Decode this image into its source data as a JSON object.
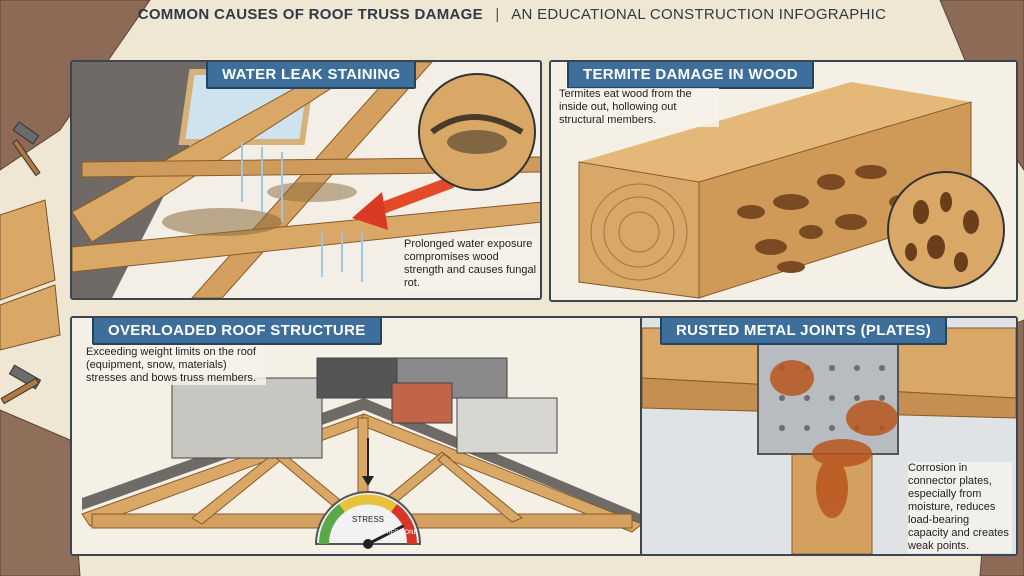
{
  "header": {
    "title": "COMMON CAUSES OF ROOF TRUSS DAMAGE",
    "separator": "|",
    "subtitle": "AN EDUCATIONAL CONSTRUCTION INFOGRAPHIC"
  },
  "panels": {
    "water": {
      "heading": "WATER LEAK STAINING",
      "caption": "Prolonged water exposure compromises wood strength and causes fungal rot."
    },
    "termite": {
      "heading": "TERMITE DAMAGE IN WOOD",
      "caption": "Termites eat wood from the inside out, hollowing out structural members."
    },
    "overload": {
      "heading": "OVERLOADED ROOF STRUCTURE",
      "caption": "Exceeding weight limits on the roof (equipment, snow, materials) stresses and bows truss members.",
      "gauge_label": "STRESS",
      "gauge_zone": "RED ZONE",
      "gauge_level": 0.85
    },
    "rust": {
      "heading": "RUSTED METAL JOINTS (PLATES)",
      "caption": "Corrosion in connector plates, especially from moisture, reduces load-bearing capacity and creates weak points."
    }
  },
  "colors": {
    "banner": "#3d6f9a",
    "panel_border": "#3b4650",
    "wood": "#d9a866",
    "wood_dark": "#a9743a",
    "rust": "#b8561e",
    "stain": "#8a6a3a"
  }
}
